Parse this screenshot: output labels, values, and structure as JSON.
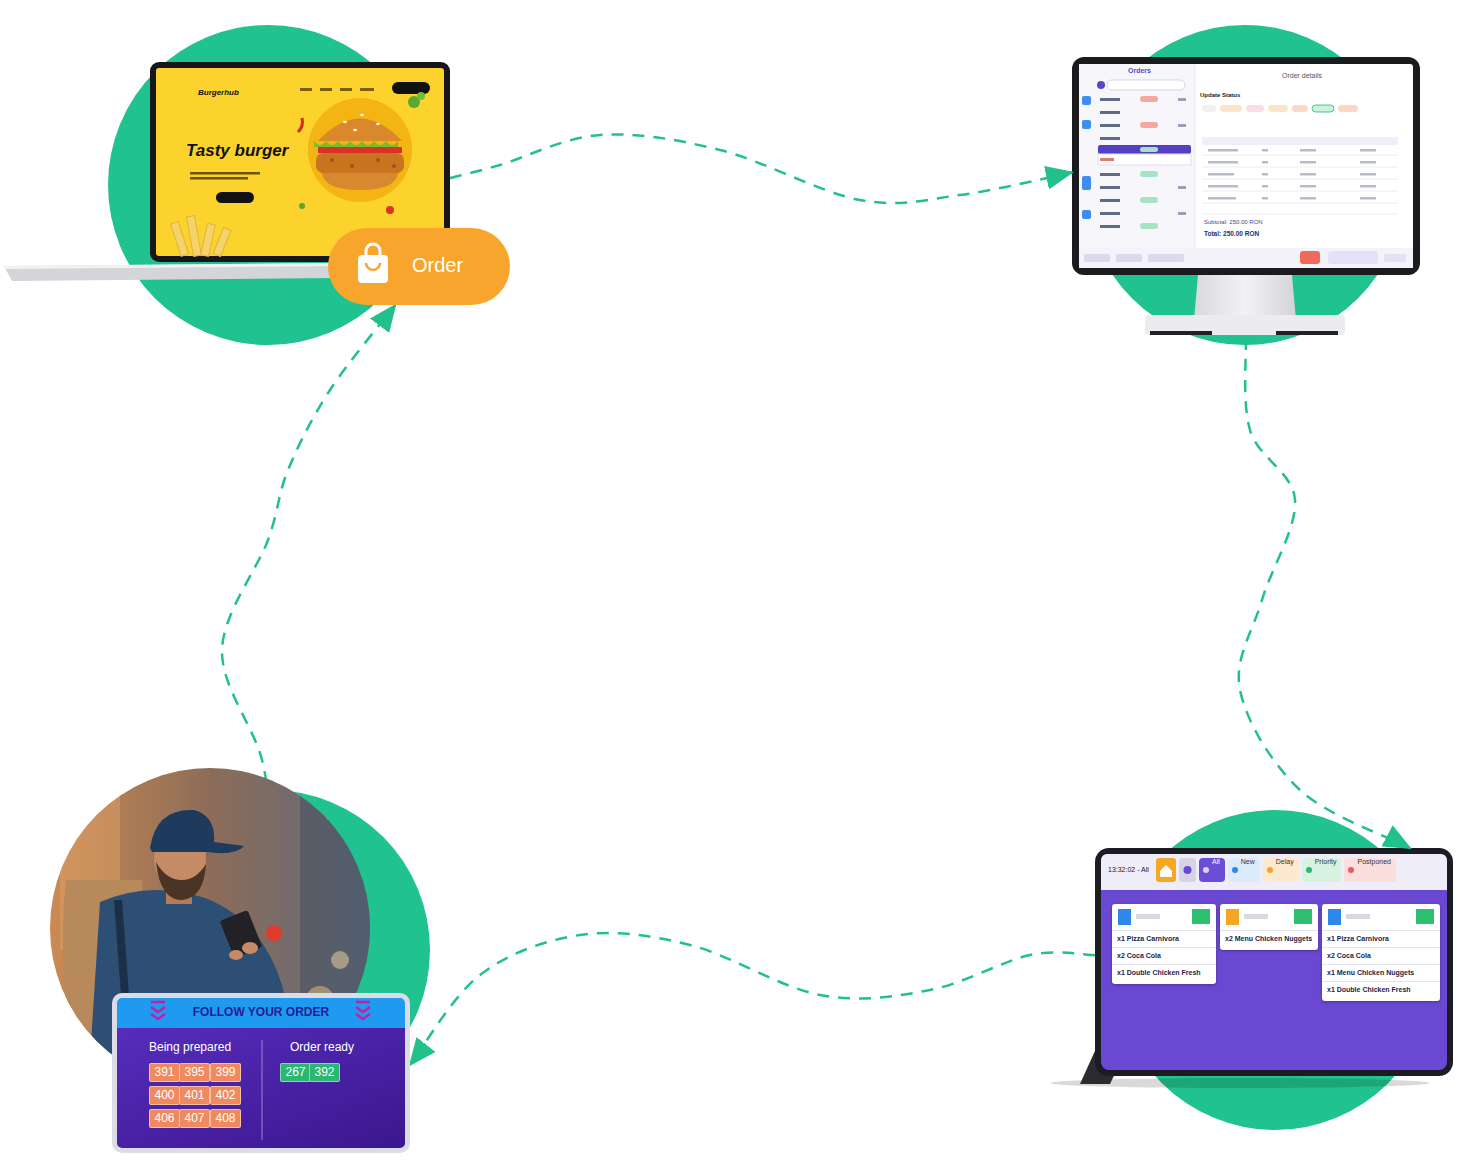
{
  "diagram": {
    "nodes": [
      {
        "text": [
          "Burgerhub",
          "Tasty burger"
        ]
      },
      {
        "text": [
          "Order"
        ]
      },
      {
        "text": [
          "Orders",
          "Order details",
          "Update Status",
          "Subtotal: 250.00 RON",
          "Total: 250.00 RON"
        ]
      },
      {
        "text": [
          "13:32:02 - All"
        ]
      },
      {
        "text": [
          "All"
        ],
        "in": 3
      },
      {
        "text": [
          "New"
        ],
        "in": 3
      },
      {
        "text": [
          "Delay"
        ],
        "in": 3
      },
      {
        "text": [
          "Priority"
        ],
        "in": 3
      },
      {
        "text": [
          "Postponed"
        ],
        "in": 3
      },
      {
        "text": [
          "x1 Pizza Carnivora",
          "x2 Coca Cola",
          "x1 Double Chicken Fresh"
        ],
        "in": 3
      },
      {
        "text": [
          "x2 Menu Chicken Nuggets"
        ],
        "in": 3
      },
      {
        "text": [
          "x1 Pizza Carnivora",
          "x2 Coca Cola",
          "x1 Menu Chicken Nuggets",
          "x1 Double Chicken Fresh"
        ],
        "in": 3
      },
      {
        "text": [
          "FOLLOW YOUR ORDER",
          "Being prepared",
          "Order ready"
        ]
      },
      {
        "text": [
          "391"
        ],
        "in": 12
      },
      {
        "text": [
          "395"
        ],
        "in": 12
      },
      {
        "text": [
          "399"
        ],
        "in": 12
      },
      {
        "text": [
          "400"
        ],
        "in": 12
      },
      {
        "text": [
          "401"
        ],
        "in": 12
      },
      {
        "text": [
          "402"
        ],
        "in": 12
      },
      {
        "text": [
          "406"
        ],
        "in": 12
      },
      {
        "text": [
          "407"
        ],
        "in": 12
      },
      {
        "text": [
          "408"
        ],
        "in": 12
      },
      {
        "text": [
          "267"
        ],
        "in": 12
      },
      {
        "text": [
          "392"
        ],
        "in": 12
      }
    ],
    "edges": [
      {
        "from": 0,
        "to": 2,
        "arrow": "to"
      },
      {
        "from": 2,
        "to": 3,
        "arrow": "to"
      },
      {
        "from": 3,
        "to": 12,
        "arrow": "to"
      },
      {
        "from": 12,
        "to": 1,
        "arrow": "to"
      }
    ]
  }
}
